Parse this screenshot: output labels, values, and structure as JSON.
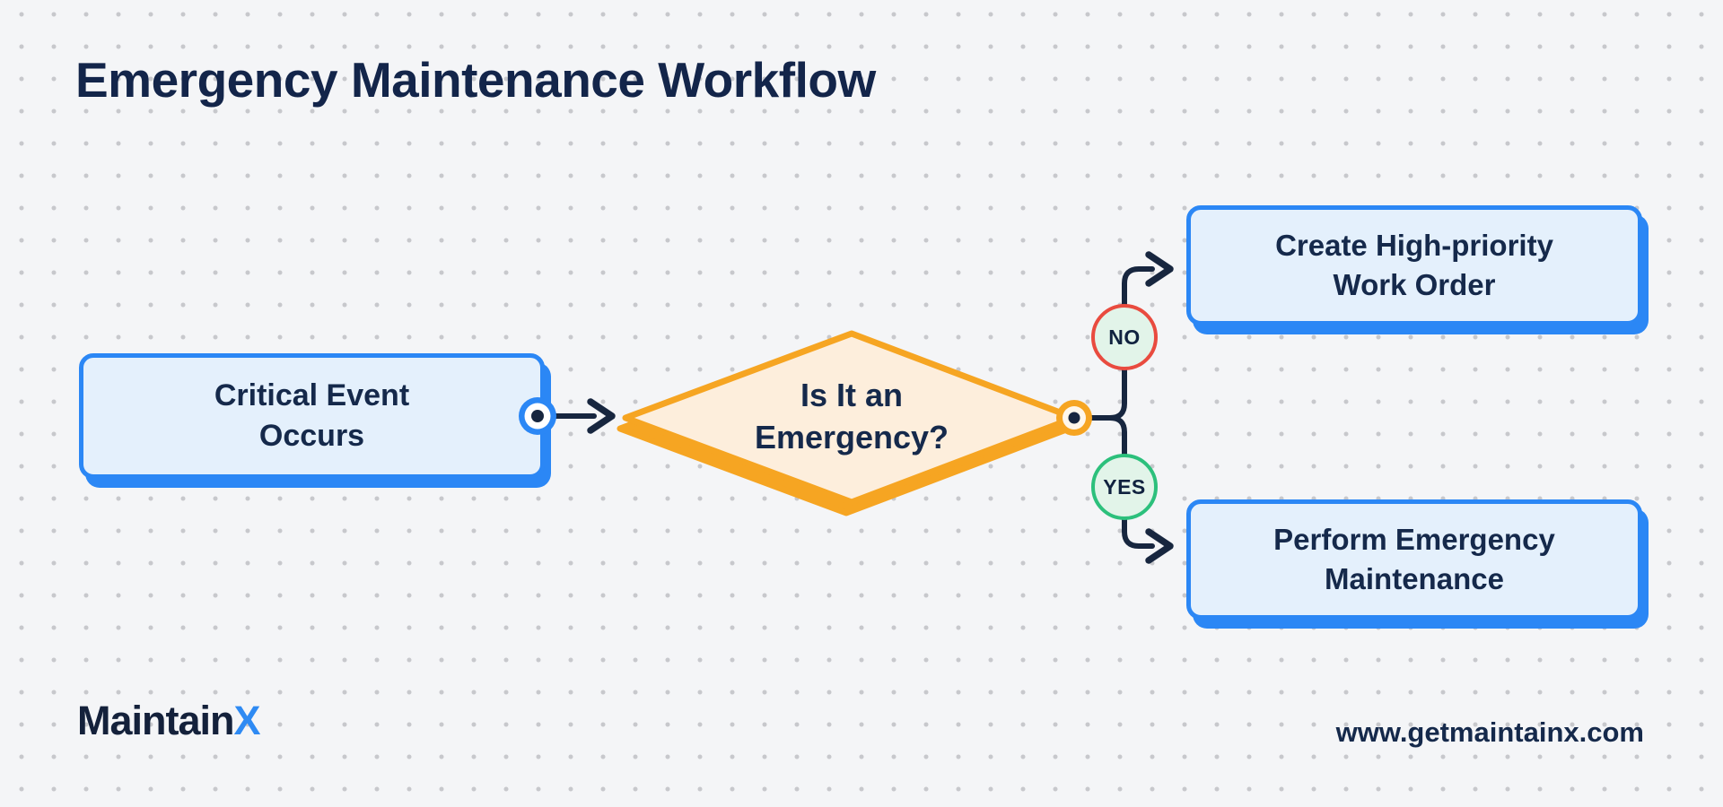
{
  "title": "Emergency Maintenance Workflow",
  "diagram": {
    "type": "flowchart",
    "nodes": {
      "start": {
        "label": "Critical Event\nOccurs",
        "shape": "rounded-rect",
        "fill": "#e4f0fc",
        "border": "#2b87f5"
      },
      "decision": {
        "label": "Is It an\nEmergency?",
        "shape": "diamond",
        "fill": "#fdeedc",
        "border": "#f6a522"
      },
      "no_outcome": {
        "label": "Create High-priority\nWork Order",
        "shape": "rounded-rect",
        "fill": "#e4f0fc",
        "border": "#2b87f5"
      },
      "yes_outcome": {
        "label": "Perform Emergency\nMaintenance",
        "shape": "rounded-rect",
        "fill": "#e4f0fc",
        "border": "#2b87f5"
      }
    },
    "edges": [
      {
        "from": "start",
        "to": "decision",
        "label": ""
      },
      {
        "from": "decision",
        "to": "no_outcome",
        "label": "NO"
      },
      {
        "from": "decision",
        "to": "yes_outcome",
        "label": "YES"
      }
    ],
    "branch_labels": {
      "no": "NO",
      "yes": "YES"
    }
  },
  "footer": {
    "logo_maintain": "Maintain",
    "logo_x": "X",
    "website": "www.getmaintainx.com"
  },
  "colors": {
    "background": "#f4f5f7",
    "dot_grid": "#c7c8cc",
    "navy_text": "#15294b",
    "line_navy": "#17263f",
    "blue": "#2b87f5",
    "blue_fill": "#e4f0fc",
    "orange": "#f6a522",
    "orange_fill": "#fdeedc",
    "red": "#e94b3f",
    "green": "#2cc07c",
    "mint_fill": "#e2f4e9",
    "logo_blue": "#2e8af3"
  }
}
